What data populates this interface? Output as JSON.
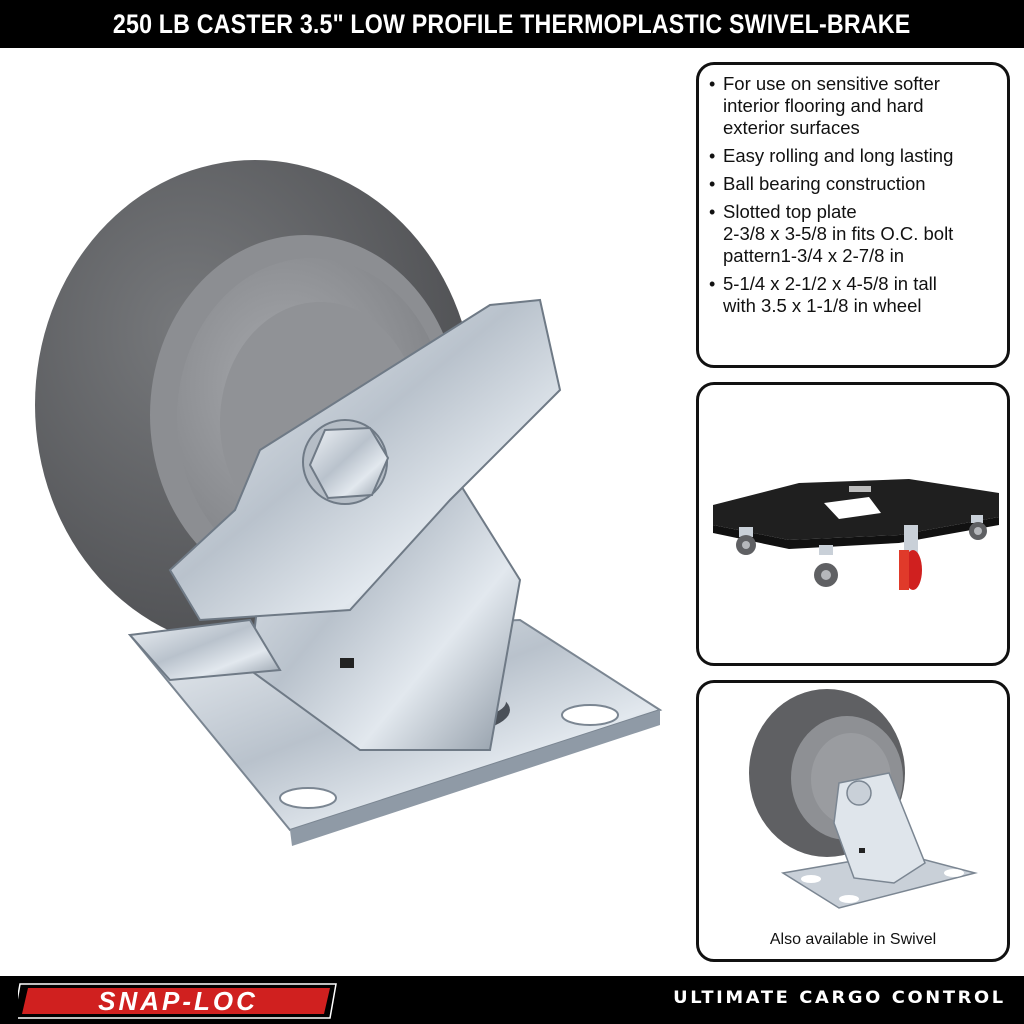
{
  "header": {
    "title": "250 LB CASTER 3.5\" LOW PROFILE THERMOPLASTIC SWIVEL-BRAKE"
  },
  "features": [
    {
      "text": "For use on sensitive softer\ninterior flooring and hard\nexterior surfaces"
    },
    {
      "text": "Easy rolling and long lasting"
    },
    {
      "text": "Ball bearing construction"
    },
    {
      "text": "Slotted top plate\n2-3/8 x 3-5/8 in fits O.C. bolt\npattern1-3/4 x 2-7/8 in"
    },
    {
      "text": "5-1/4 x 2-1/2 x 4-5/8 in tall\nwith 3.5 x 1-1/8 in wheel"
    }
  ],
  "bullet_symbol": "•",
  "swivel_caption": "Also available in Swivel",
  "footer": {
    "logo_text": "SNAP-LOC",
    "tagline": "ULTIMATE CARGO CONTROL"
  },
  "colors": {
    "header_bg": "#000000",
    "logo_red": "#d0201f",
    "wheel_gray": "#5f6063",
    "hub_gray": "#8e9094",
    "zinc": "#c9d0d8",
    "dolly_black": "#1f1f1f"
  }
}
